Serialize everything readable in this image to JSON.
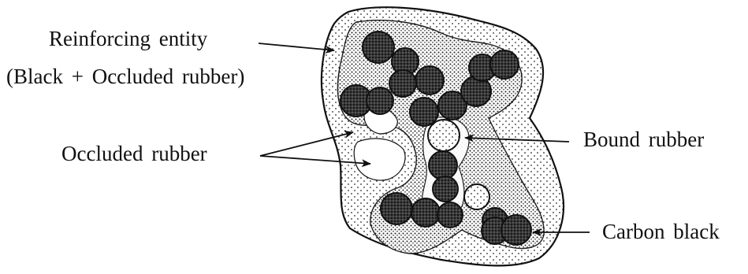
{
  "labels": {
    "reinforcing_entity": "Reinforcing entity",
    "reinforcing_entity_sub": "(Black + Occluded rubber)",
    "occluded_rubber": "Occluded rubber",
    "bound_rubber": "Bound rubber",
    "carbon_black": "Carbon black"
  },
  "colors": {
    "ink": "#111111",
    "paper": "#ffffff",
    "stipple": "#2a2a2a",
    "particle_dark": "#1b1b1b"
  }
}
